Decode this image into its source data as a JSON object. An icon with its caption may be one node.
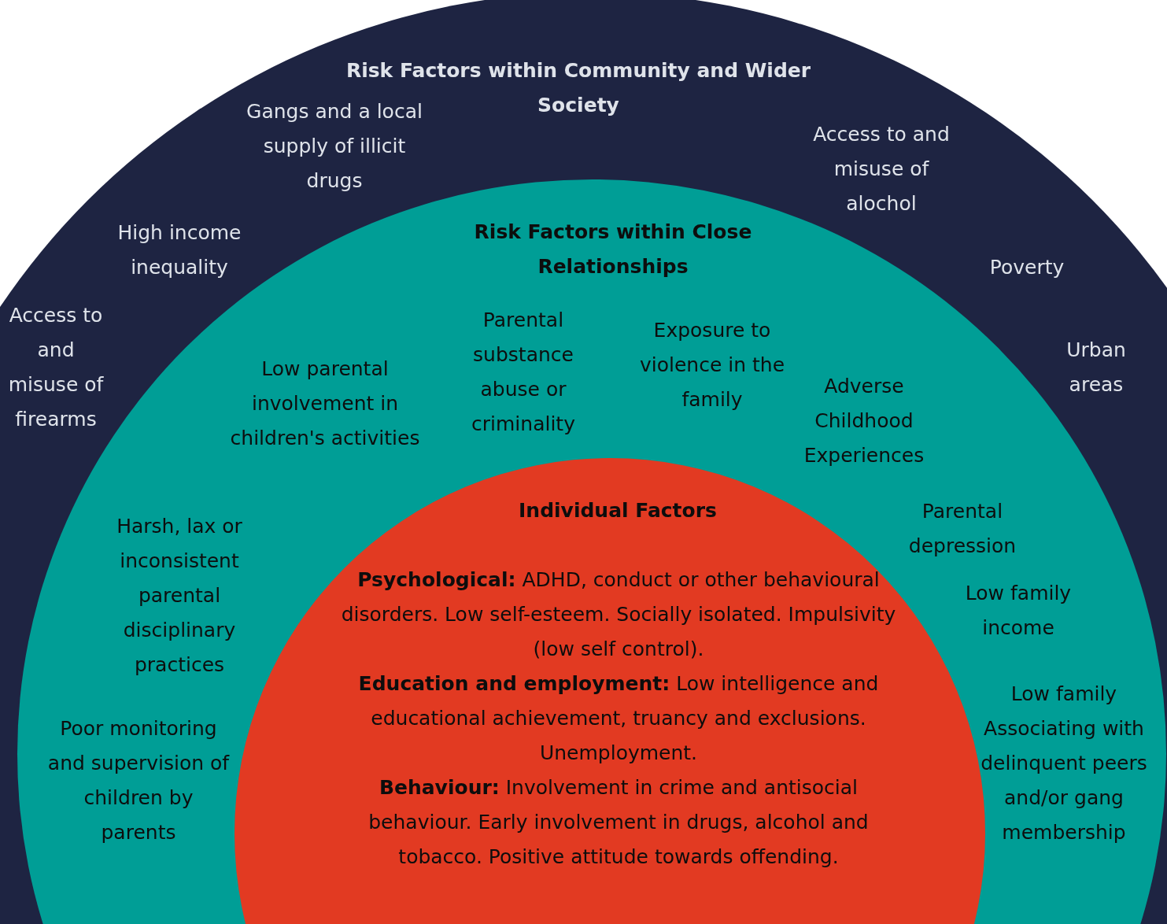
{
  "diagram": {
    "nodes": [
      {
        "text": [
          "Risk Factors within Community and Wider Society",
          "Gangs and a local supply of illicit drugs",
          "Access to and misuse of alochol",
          "High income inequality",
          "Poverty",
          "Access to and misuse of firearms",
          "Urban areas"
        ]
      },
      {
        "text": [
          "Risk Factors within Close Relationships",
          "Low parental involvement in children's activities",
          "Parental substance abuse or criminality",
          "Exposure to violence in the family",
          "Adverse Childhood Experiences",
          "Harsh, lax or inconsistent parental disciplinary practices",
          "Parental depression",
          "Low family income",
          "Poor monitoring and supervision of children by parents",
          "Low family",
          "Associating with delinquent peers and/or gang membership"
        ],
        "in": 0
      },
      {
        "text": [
          "Individual Factors",
          "**Psychological:** ADHD, conduct or other behavioural disorders. Low self-esteem. Socially isolated. Impulsivity (low self control).",
          "**Education and employment:** Low intelligence and educational achievement, truancy and exclusions. Unemployment.",
          "**Behaviour:** Involvement in crime and antisocial behaviour. Early involvement in drugs, alcohol and tobacco. Positive attitude towards offending."
        ],
        "in": 1
      }
    ]
  }
}
